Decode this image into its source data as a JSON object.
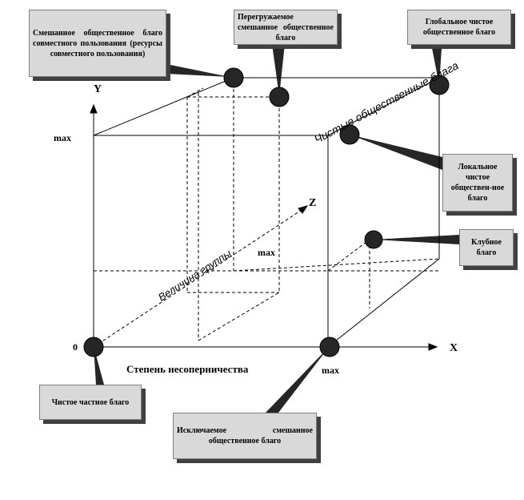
{
  "axes": {
    "x_letter": "X",
    "y_letter": "Y",
    "z_letter": "Z",
    "origin": "0",
    "x_max": "max",
    "y_max": "max",
    "z_max": "max",
    "x_title": "Степень несоперничества",
    "z_title": "Величина группы",
    "top_edge_title": "Чистые общественные блага"
  },
  "nodes": {
    "pure_private": "Чистое частное благо",
    "mixed_shared": "Смешанное общественное благо совместного пользования (ресурсы совместного пользования)",
    "congested_mixed": "Перегружаемое смешанное общественное благо",
    "global_pure": "Глобальное чистое общественное благо",
    "local_pure": "Локальное чистое обществен-ное благо",
    "club": "Клубное благо",
    "excludable_mixed": "Исключаемое смешанное общественное благо"
  },
  "colors": {
    "line": "#000000",
    "box_fill": "#d9d9d9",
    "box_shadow": "#404040",
    "node_fill": "#262626"
  }
}
